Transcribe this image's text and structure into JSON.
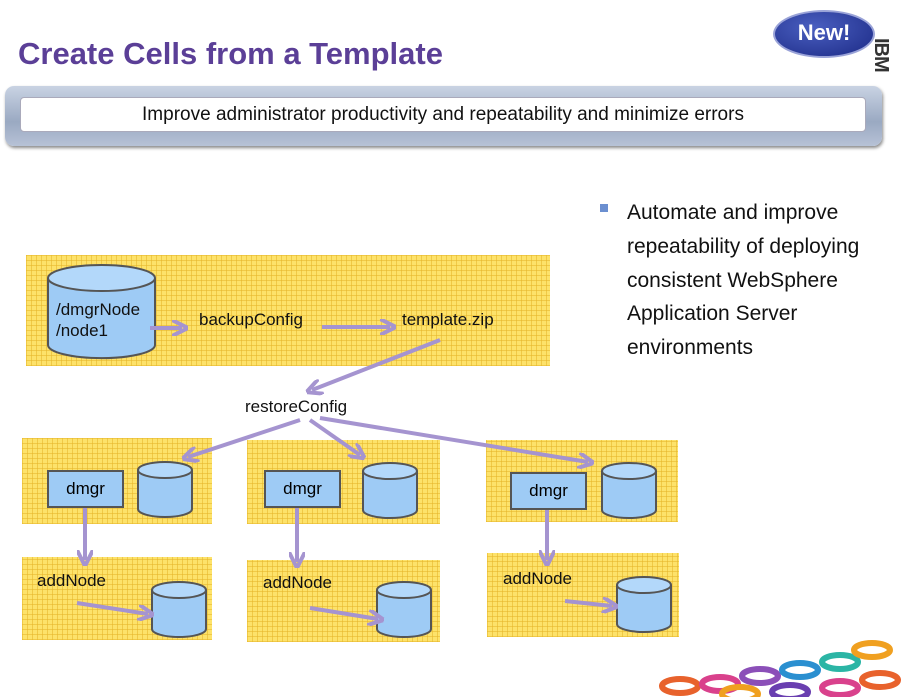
{
  "slide": {
    "title": "Create Cells from a Template",
    "banner": "Improve administrator productivity and repeatability and minimize errors",
    "bullets": [
      "Automate and improve repeatability of deploying consistent WebSphere Application Server environments"
    ],
    "badge": "New!",
    "logo": "IBM"
  },
  "diagram": {
    "source_cylinder_lines": [
      "/dmgrNode",
      "/node1"
    ],
    "step_backup": "backupConfig",
    "artifact": "template.zip",
    "step_restore": "restoreConfig",
    "cells": [
      {
        "dmgr": "dmgr",
        "add_node": "addNode"
      },
      {
        "dmgr": "dmgr",
        "add_node": "addNode"
      },
      {
        "dmgr": "dmgr",
        "add_node": "addNode"
      }
    ]
  },
  "colors": {
    "title": "#5b3f97",
    "arrow": "#a594d0",
    "box": "#fde26a",
    "cylinder": "#9ecbf5",
    "bullet": "#6b8fd0"
  }
}
